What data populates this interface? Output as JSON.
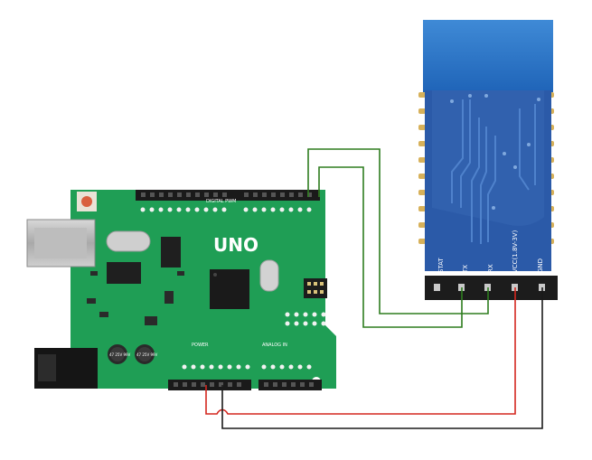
{
  "arduino": {
    "model": "UNO",
    "header_digital": "DIGITAL PWM",
    "header_power": "POWER",
    "header_analog": "ANALOG IN",
    "cap1": "47 25V 99V",
    "cap2": "47 25V 99V"
  },
  "module": {
    "pins": [
      "STAT",
      "TX",
      "RX",
      "VCC(1.8V-3V)",
      "GND"
    ]
  },
  "colors": {
    "board_green": "#1f9e55",
    "module_blue": "#2b5aa8",
    "wire_green": "#2e7d1f",
    "wire_red": "#d4271f",
    "wire_black": "#1a1a1a"
  }
}
